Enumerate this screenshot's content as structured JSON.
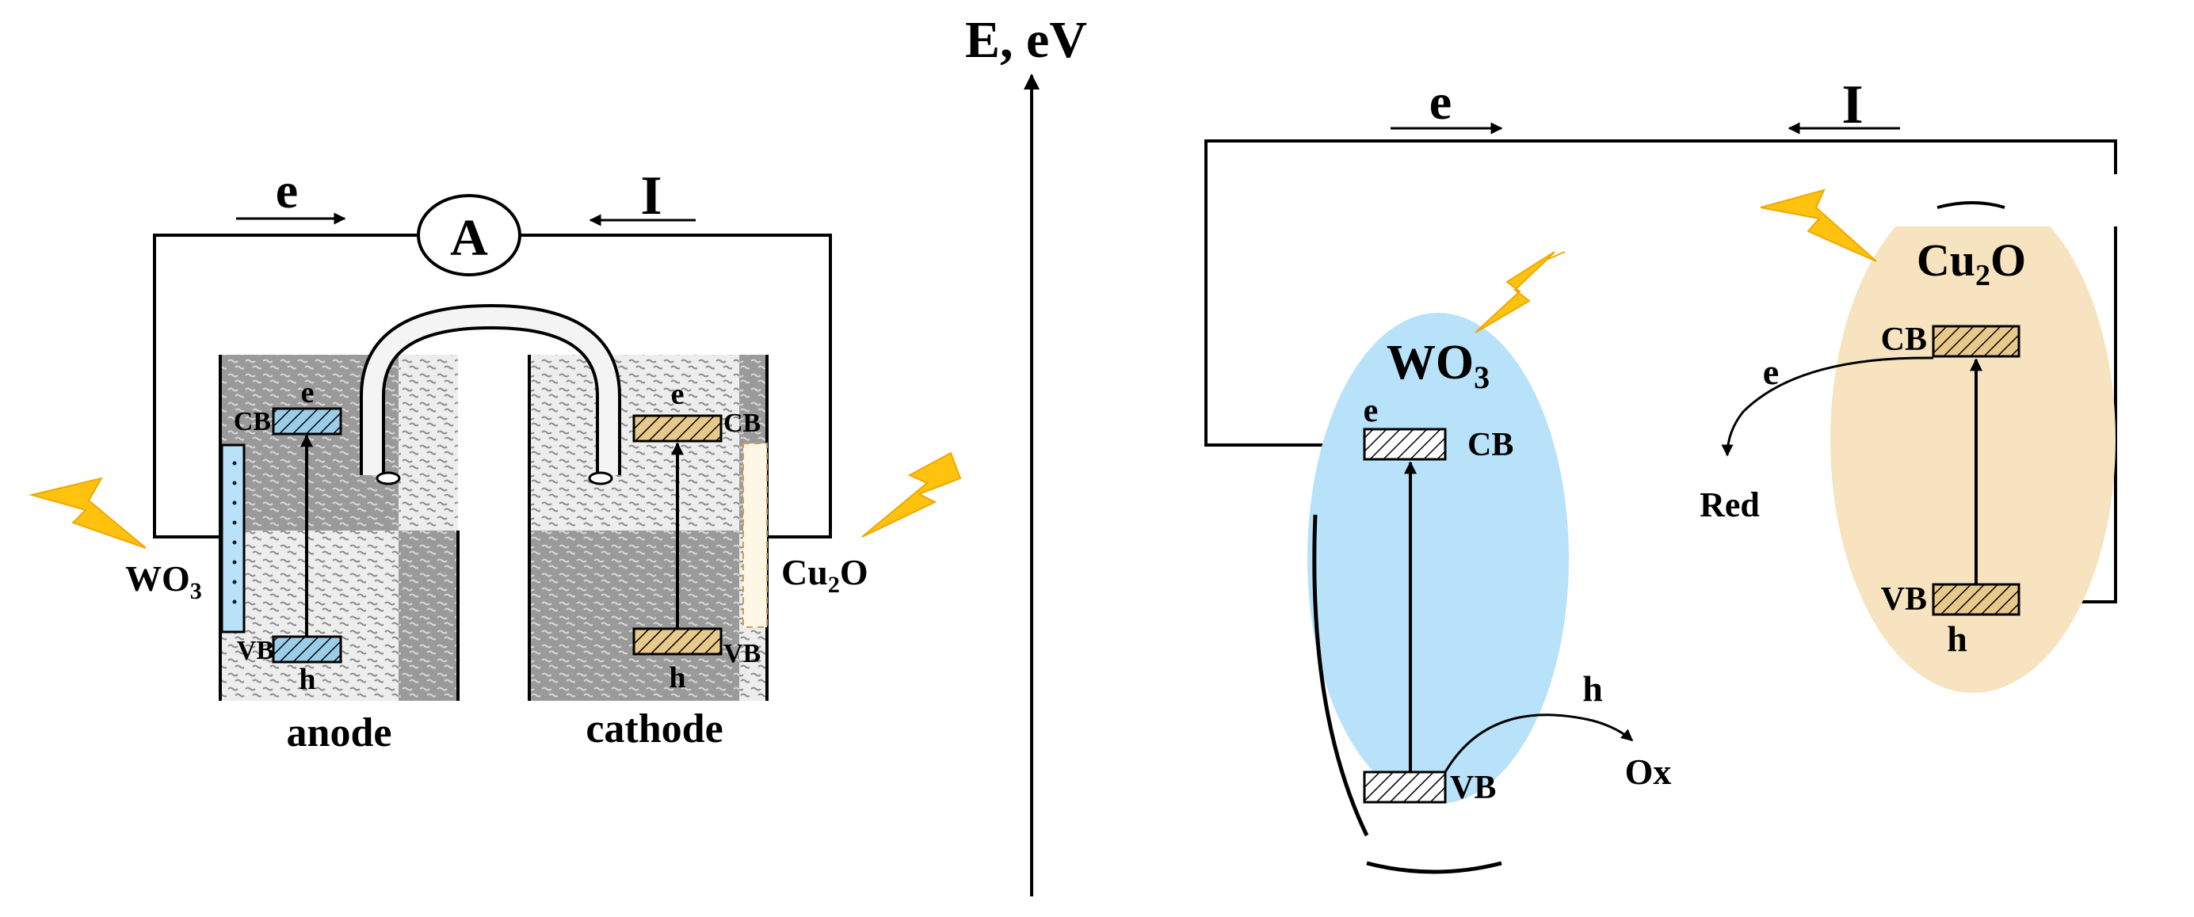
{
  "colors": {
    "wo3": "#b8e2fa",
    "wo3_bar": "#9ccde8",
    "cu2o": "#f7e3bf",
    "cu2o_bar": "#e8c98c",
    "bolt": "#ffc20e",
    "dark_electrolyte": "#9a9a9a",
    "light_electrolyte": "#e6e6e6"
  },
  "left_cell": {
    "ammeter_label": "A",
    "electron_label": "e",
    "current_label": "I",
    "anode": {
      "material_main": "WO",
      "material_sub": "3",
      "cb_label": "CB",
      "vb_label": "VB",
      "electron": "e",
      "hole": "h",
      "caption": "anode"
    },
    "cathode": {
      "material_main": "Cu",
      "material_sub": "2",
      "material_tail": "O",
      "cb_label": "CB",
      "vb_label": "VB",
      "electron": "e",
      "hole": "h",
      "caption": "cathode"
    }
  },
  "right_diagram": {
    "axis_label": "E, eV",
    "electron_label": "e",
    "current_label": "I",
    "wo3": {
      "name_main": "WO",
      "name_sub": "3",
      "cb_label": "CB",
      "vb_label": "VB",
      "electron": "e",
      "hole": "h",
      "product": "Ox"
    },
    "cu2o": {
      "name_main": "Cu",
      "name_sub": "2",
      "name_tail": "O",
      "cb_label": "CB",
      "vb_label": "VB",
      "electron": "e",
      "hole": "h",
      "product": "Red"
    }
  }
}
